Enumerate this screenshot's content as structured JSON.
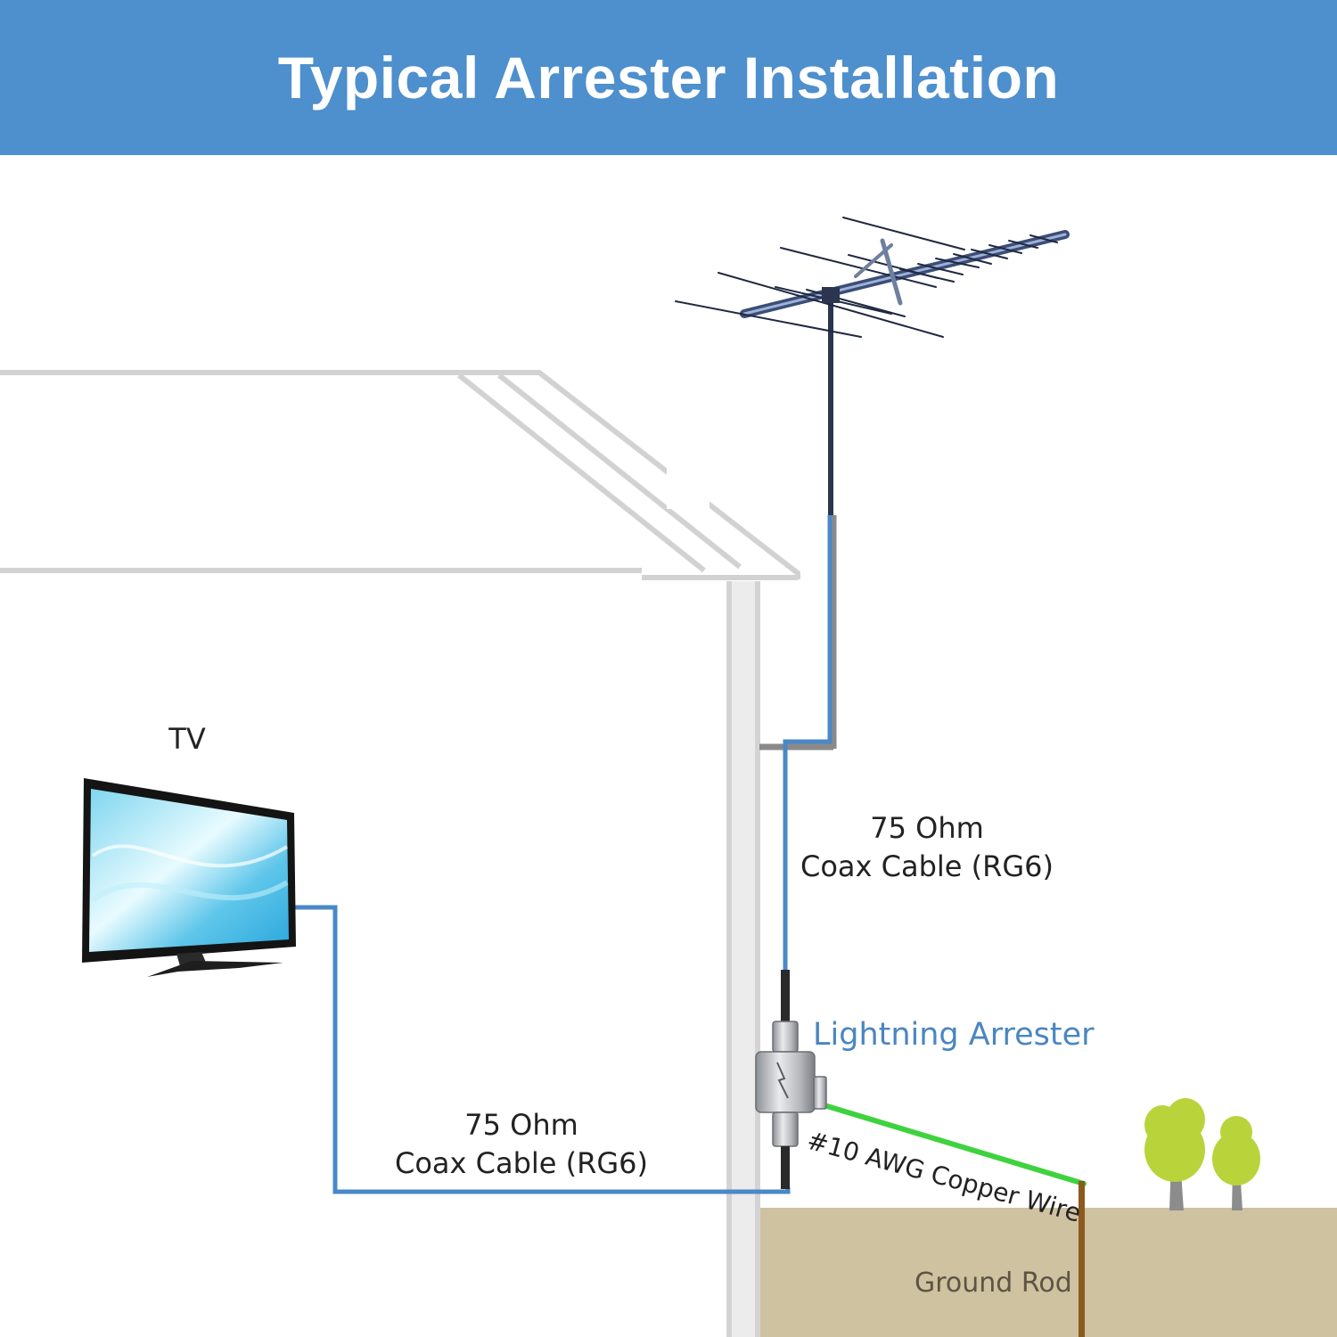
{
  "title": "Typical Arrester Installation",
  "labels": {
    "tv": "TV",
    "coax_outdoor_line1": "75 Ohm",
    "coax_outdoor_line2": "Coax Cable (RG6)",
    "coax_indoor_line1": "75 Ohm",
    "coax_indoor_line2": "Coax Cable (RG6)",
    "arrester": "Lightning Arrester",
    "wire": "#10 AWG Copper Wire",
    "ground": "Ground Rod"
  },
  "colors": {
    "header_bg": "#4e8fcd",
    "coax_cable": "#4a88c7",
    "copper_wire": "#3fd23f",
    "ground_rod": "#8a5a1e",
    "ground_soil": "#cfc2a0",
    "house_outline": "#cfcfcf",
    "arrester_label": "#4a86c0"
  },
  "icons": [
    "yagi-antenna-icon",
    "tv-icon",
    "lightning-arrester-icon",
    "tree-icon"
  ]
}
